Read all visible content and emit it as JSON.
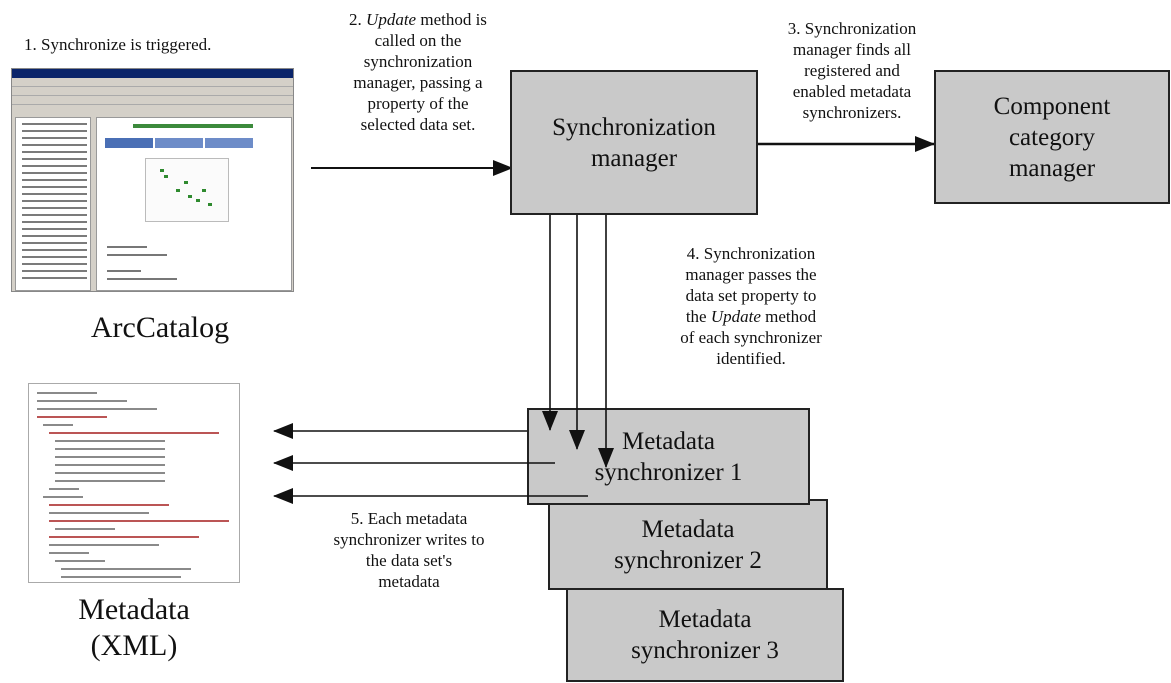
{
  "steps": {
    "step1": "1.  Synchronize is triggered.",
    "step2": [
      "2.  Update method is",
      "called on the",
      "synchronization",
      "manager, passing a",
      "property of the",
      "selected data set."
    ],
    "step3": [
      "3.  Synchronization",
      "manager finds all",
      "registered and",
      "enabled metadata",
      "synchronizers."
    ],
    "step4": [
      "4.  Synchronization",
      "manager passes the",
      "data set property to",
      "the Update method",
      "of each synchronizer",
      "identified."
    ],
    "step5": [
      "5.  Each metadata",
      "synchronizer writes to",
      "the data set's",
      "metadata"
    ]
  },
  "boxes": {
    "sync_manager": "Synchronization\nmanager",
    "component_category_manager": "Component\ncategory\nmanager",
    "metadata_sync_1": "Metadata\nsynchronizer 1",
    "metadata_sync_2": "Metadata\nsynchronizer 2",
    "metadata_sync_3": "Metadata\nsynchronizer 3"
  },
  "captions": {
    "arccatalog": "ArcCatalog",
    "metadata_xml": "Metadata\n(XML)"
  },
  "colors": {
    "box_fill": "#c9c9c9",
    "line": "#111111"
  }
}
